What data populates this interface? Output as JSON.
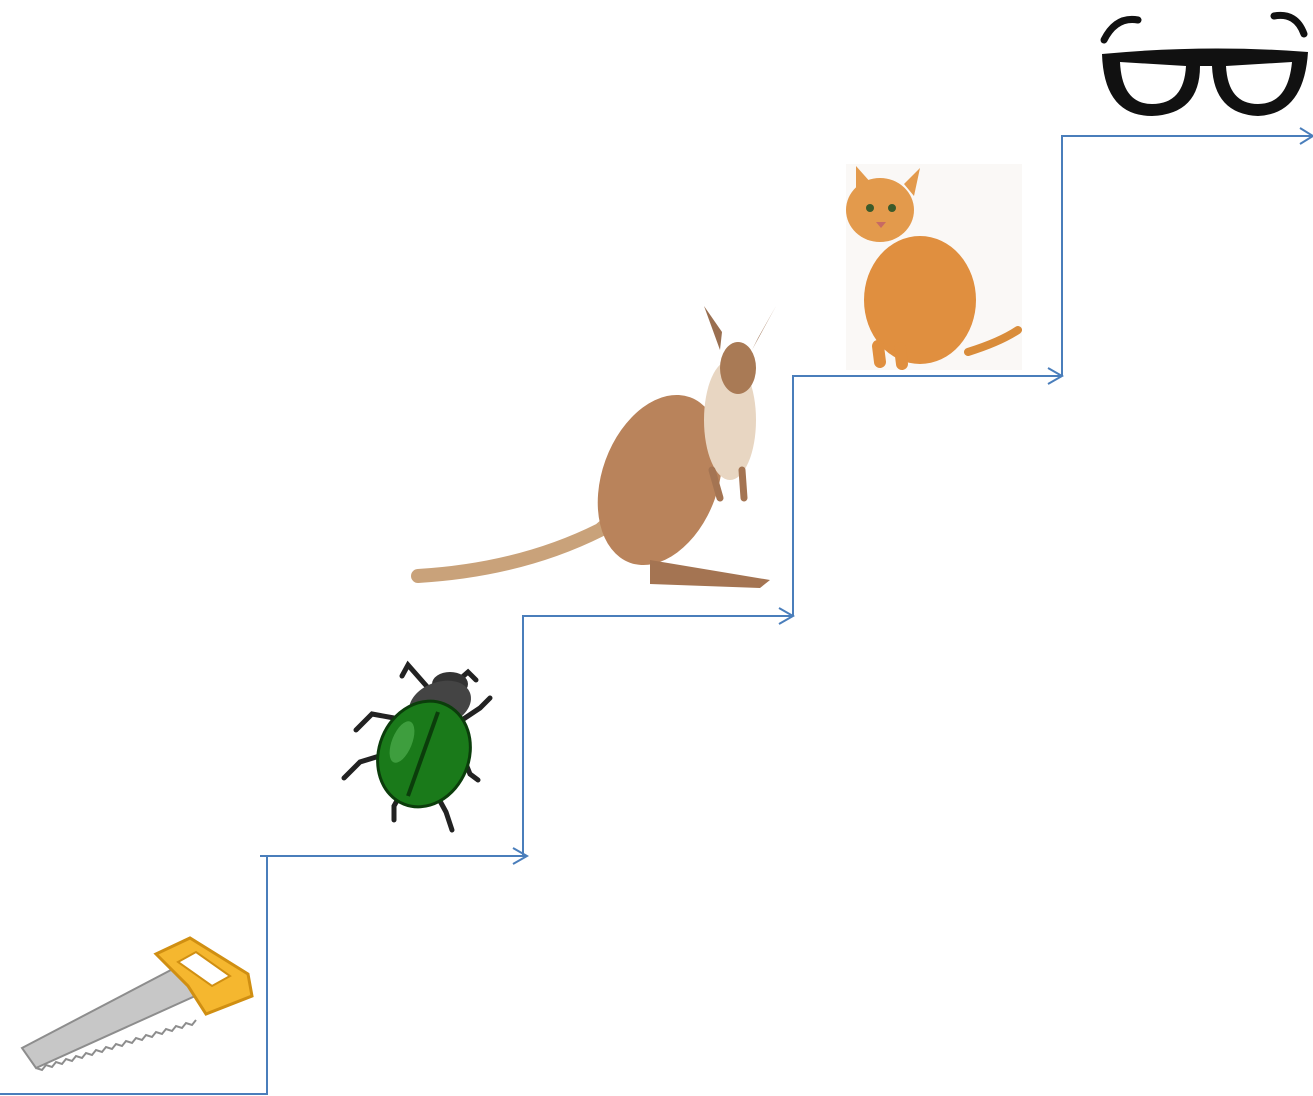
{
  "diagram": {
    "line_color": "#4a7ebb",
    "steps": [
      {
        "name": "saw",
        "icon": "hand-saw-icon"
      },
      {
        "name": "beetle",
        "icon": "beetle-icon"
      },
      {
        "name": "kangaroo",
        "icon": "kangaroo-icon"
      },
      {
        "name": "cat",
        "icon": "cat-icon"
      },
      {
        "name": "glasses",
        "icon": "eyeglasses-icon"
      }
    ]
  }
}
